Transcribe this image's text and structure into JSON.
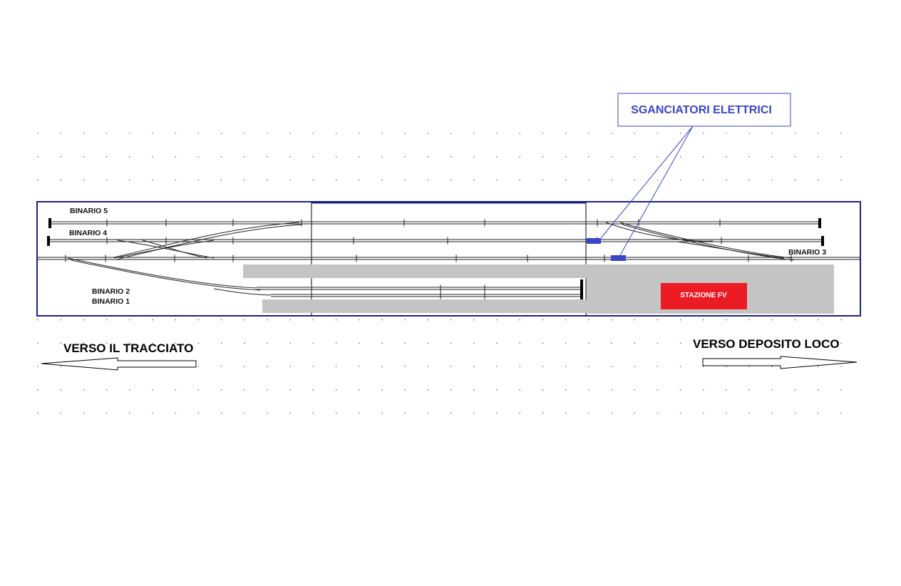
{
  "callout": {
    "text": "SGANCIATORI ELETTRICI"
  },
  "tracks": {
    "binario5": "BINARIO 5",
    "binario4": "BINARIO 4",
    "binario3": "BINARIO 3",
    "binario2": "BINARIO 2",
    "binario1": "BINARIO 1"
  },
  "station": {
    "label": "STAZIONE FV",
    "color": "#ec1c24"
  },
  "directions": {
    "left": "VERSO IL TRACCIATO",
    "right": "VERSO DEPOSITO LOCO"
  },
  "colors": {
    "frame": "#1a237e",
    "platform": "#c4c4c4",
    "uncoupler": "#3a45c8"
  }
}
